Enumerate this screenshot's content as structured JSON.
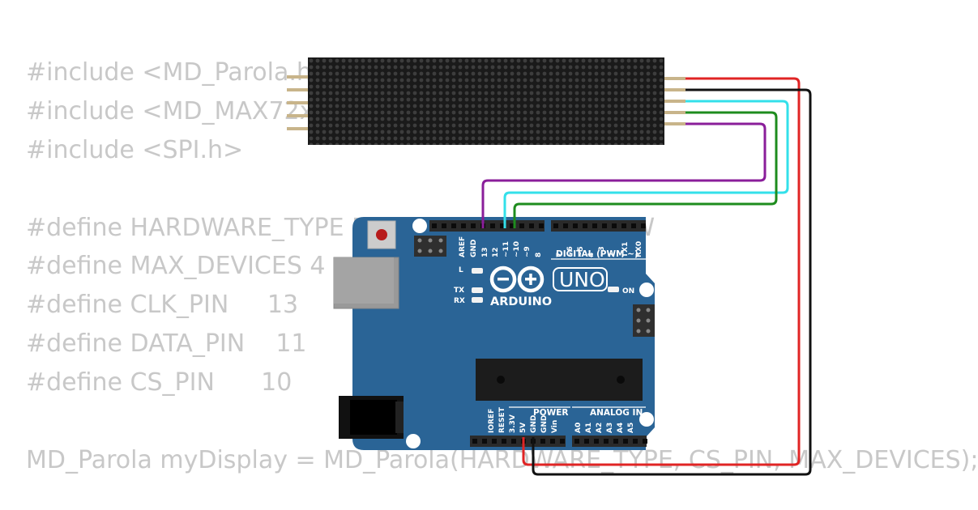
{
  "code_lines": [
    "#include <MD_Parola.h>",
    "#include <MD_MAX72xx.h>",
    "#include <SPI.h>",
    "",
    "#define HARDWARE_TYPE MD_MAX72XX::FC16_HW",
    "#define MAX_DEVICES 4",
    "#define CLK_PIN     13",
    "#define DATA_PIN    11",
    "#define CS_PIN      10",
    "",
    "MD_Parola myDisplay = MD_Parola(HARDWARE_TYPE, CS_PIN, MAX_DEVICES);"
  ],
  "board": {
    "brand": "ARDUINO",
    "model": "UNO",
    "digital_header_label": "DIGITAL (PWM ~)",
    "power_label": "POWER",
    "analog_label": "ANALOG IN",
    "led_l": "L",
    "led_tx": "TX",
    "led_rx": "RX",
    "led_on": "ON",
    "digital_pins": [
      "AREF",
      "GND",
      "13",
      "12",
      "~11",
      "~10",
      "~9",
      "8",
      "7",
      "~6",
      "~5",
      "4",
      "~3",
      "2",
      "TX 1",
      "RX 0"
    ],
    "power_pins": [
      "IOREF",
      "RESET",
      "3.3V",
      "5V",
      "GND",
      "GND",
      "Vin"
    ],
    "analog_pins": [
      "A0",
      "A1",
      "A2",
      "A3",
      "A4",
      "A5"
    ]
  },
  "colors": {
    "code_text": "#c8c8c8",
    "board": "#2a6496",
    "matrix": "#1a1a1a",
    "wire_vcc": "#e02424",
    "wire_gnd": "#111111",
    "wire_din": "#33e0ea",
    "wire_cs": "#1e8c1e",
    "wire_clk": "#8a1e9a"
  }
}
